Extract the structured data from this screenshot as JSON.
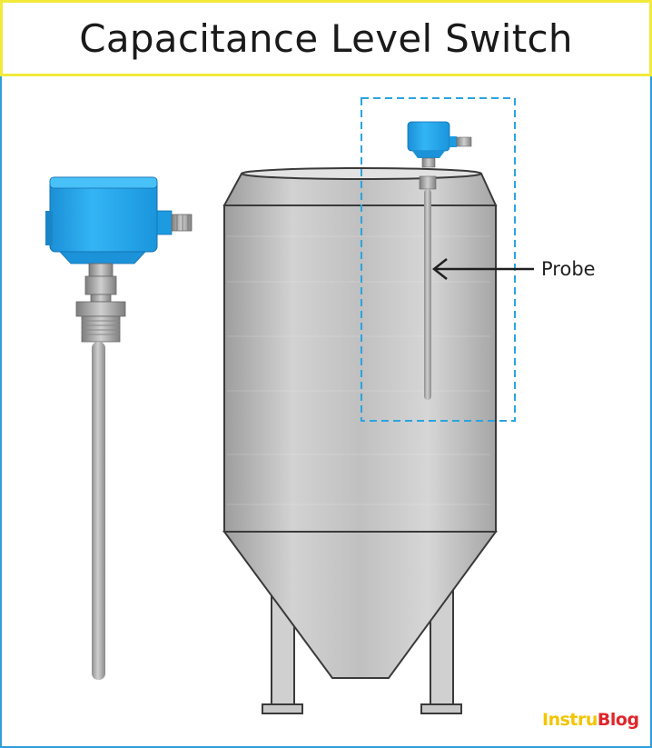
{
  "title": "Capacitance Level Switch",
  "labels": {
    "probe": "Probe"
  },
  "logo": {
    "part1": "Instru",
    "part2": "Blog"
  },
  "colors": {
    "frame_border": "#2e9fd8",
    "title_border": "#f2ea3a",
    "housing_blue": "#1ea7f0",
    "tank_steel": "#b9b9b9",
    "dashed_box": "#2aa4e0",
    "logo_yellow": "#f2c500",
    "logo_red": "#e0262b"
  }
}
